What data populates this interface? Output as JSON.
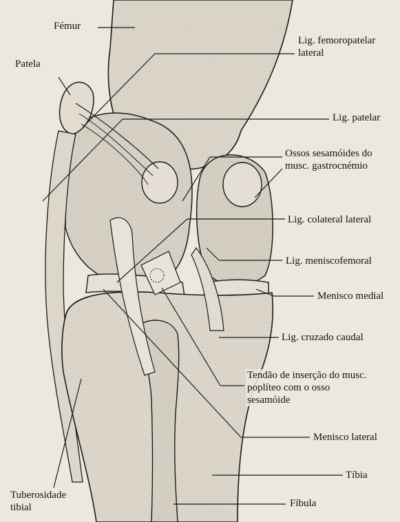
{
  "labels": {
    "femur": "Fémur",
    "lig_femoropatelar": "Lig. femoropatelar\nlateral",
    "patela": "Patela",
    "lig_patelar": "Lig. patelar",
    "ossos_sesamoides": "Ossos sesamóides do\nmusc. gastrocnémio",
    "lig_colateral": "Lig. colateral lateral",
    "lig_meniscofemoral": "Lig. meniscofemoral",
    "menisco_medial": "Menisco medial",
    "lig_cruzado": "Lig. cruzado caudal",
    "tendao": "Tendão de inserção do musc.\npoplíteo com o osso\nsesamóide",
    "menisco_lateral": "Menisco lateral",
    "tibia": "Tíbia",
    "tuberosidade": "Tuberosidade\ntibial",
    "fibula": "Fíbula"
  },
  "colors": {
    "paper": "#ece7df",
    "ink": "#1a1a1a",
    "shade": "#cfc8bd"
  }
}
